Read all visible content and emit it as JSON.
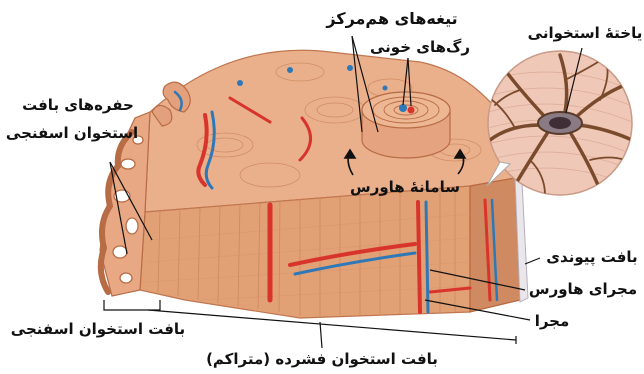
{
  "labels": {
    "lamellae": "تیغه‌های هم‌مرکز",
    "blood_vessels": "رگ‌های خونی",
    "osteocyte": "یاختهٔ استخوانی",
    "spongy_cavities_line1": "حفره‌های بافت",
    "spongy_cavities_line2": "استخوان اسفنجی",
    "haversian_system": "سامانهٔ هاورس",
    "connective_tissue": "بافت پیوندی",
    "haversian_canal": "مجرای هاورس",
    "canal": "مجرا",
    "spongy_bone_tissue": "بافت استخوان اسفنجی",
    "compact_bone_tissue": "بافت استخوان فشرده (متراکم)"
  },
  "colors": {
    "bone": "#e6a37a",
    "bone_dark": "#c97a52",
    "bone_light": "#f2c3a2",
    "artery": "#d8342c",
    "vein": "#2f78b8",
    "leader": "#111111",
    "cell_bg": "#efc8b7",
    "cell_network": "#7a4a2c"
  }
}
